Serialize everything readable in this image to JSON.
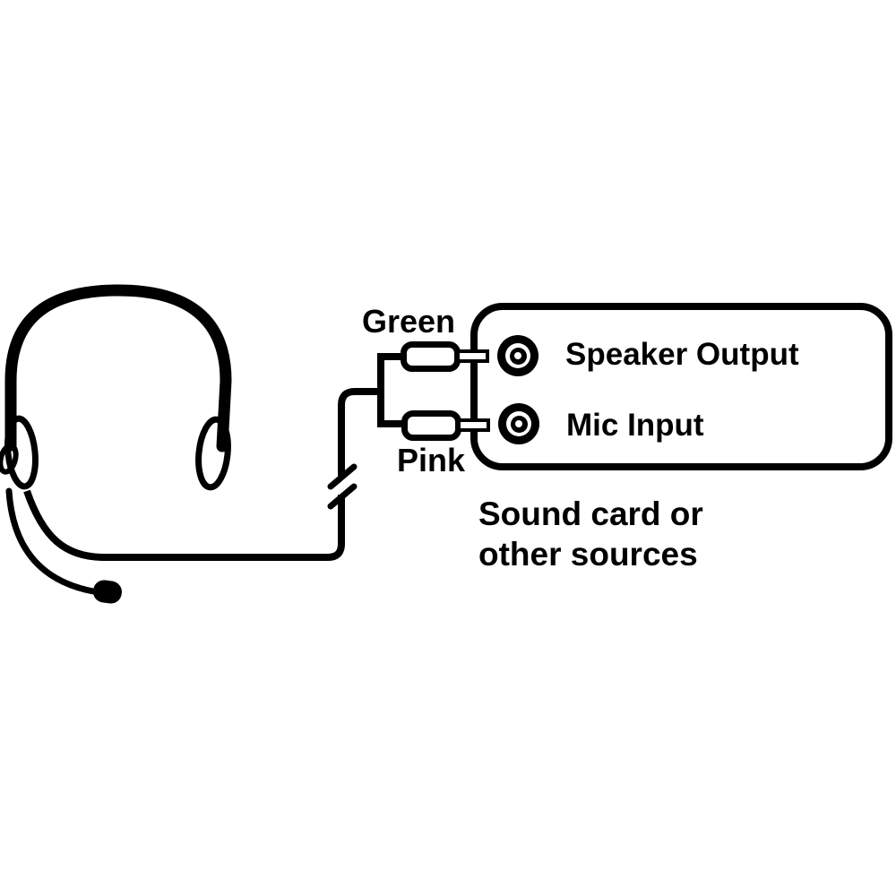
{
  "diagram": {
    "kind": "headset-to-soundcard-wiring-diagram",
    "colors": {
      "ink": "#000000",
      "background": "#ffffff"
    }
  },
  "labels": {
    "green_plug": "Green",
    "pink_plug": "Pink",
    "speaker_jack": "Speaker Output",
    "mic_jack": "Mic Input",
    "caption_line1": "Sound card or",
    "caption_line2": "other sources"
  }
}
